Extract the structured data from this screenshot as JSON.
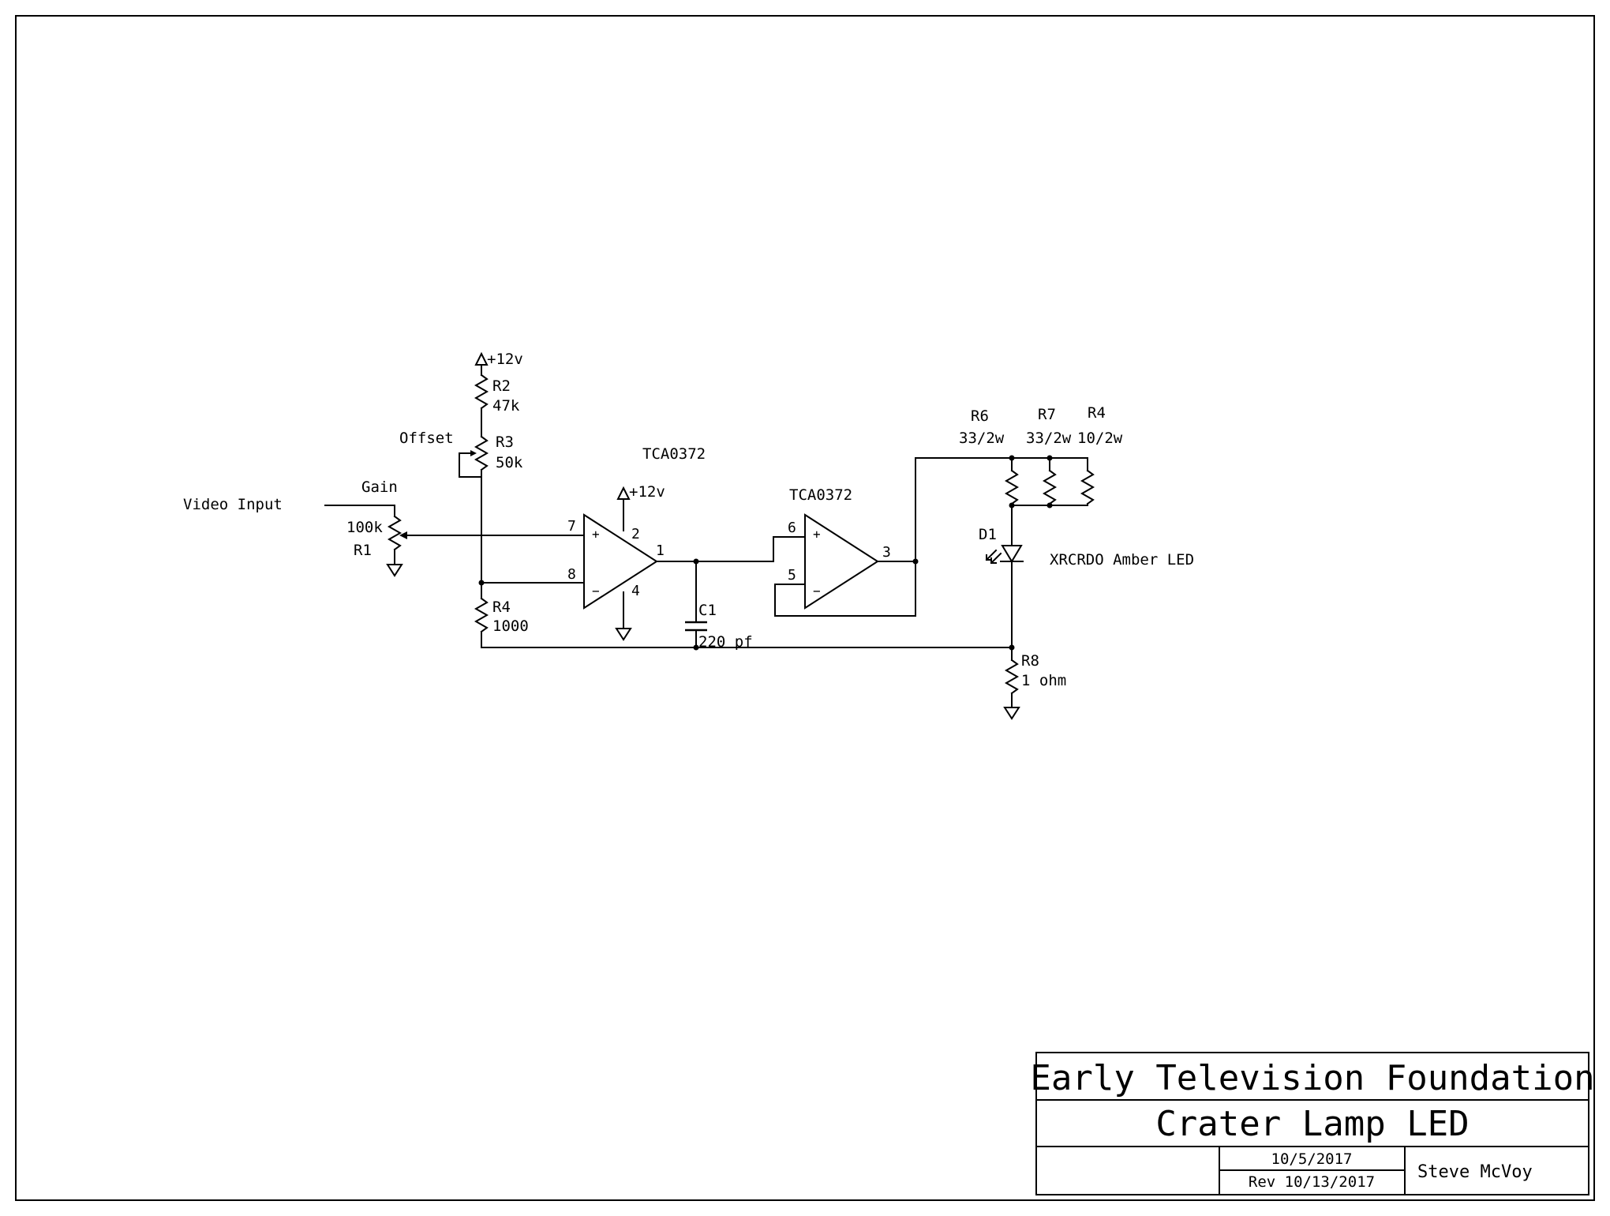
{
  "labels": {
    "video_input": "Video Input",
    "gain": "Gain",
    "offset": "Offset",
    "r1_value": "100k",
    "r1_name": "R1",
    "r2_name": "R2",
    "r2_value": "47k",
    "r3_name": "R3",
    "r3_value": "50k",
    "r4_left_name": "R4",
    "r4_left_value": "1000",
    "supply_top": "+12v",
    "supply_opamp": "+12v",
    "u1_part": "TCA0372",
    "u2_part": "TCA0372",
    "c1_name": "C1",
    "c1_value": "220 pf",
    "r6_name": "R6",
    "r6_value": "33/2w",
    "r7_name": "R7",
    "r7_value": "33/2w",
    "r4_right_name": "R4",
    "r4_right_value": "10/2w",
    "d1_name": "D1",
    "d1_desc": "XRCRDO Amber LED",
    "r8_name": "R8",
    "r8_value": "1 ohm"
  },
  "pins": {
    "u1_in_plus": "7",
    "u1_in_minus": "8",
    "u1_vcc": "2",
    "u1_gnd": "4",
    "u1_out": "1",
    "u2_in_plus": "6",
    "u2_in_minus": "5",
    "u2_out": "3",
    "plus_sign": "+",
    "minus_sign": "−"
  },
  "title_block": {
    "organization": "Early Television Foundation",
    "title": "Crater Lamp LED",
    "date": "10/5/2017",
    "revision": "Rev 10/13/2017",
    "author": "Steve McVoy"
  }
}
